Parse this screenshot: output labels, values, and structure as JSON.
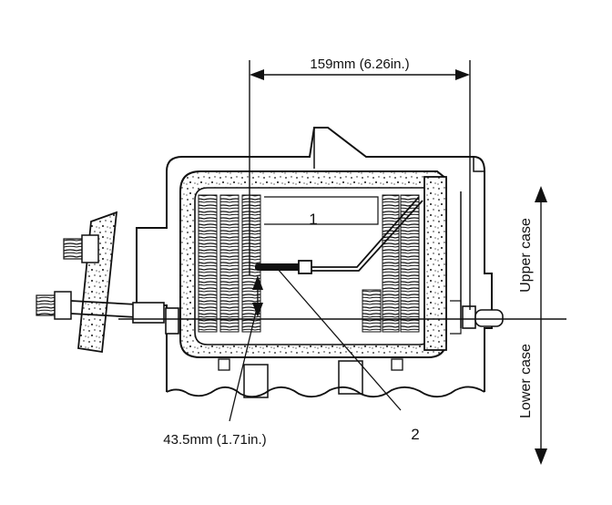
{
  "dimensions": {
    "width_label": "159mm (6.26in.)",
    "height_label": "43.5mm (1.71in.)"
  },
  "callouts": {
    "part_1": "1",
    "part_2": "2"
  },
  "case_labels": {
    "upper": "Upper case",
    "lower": "Lower case"
  },
  "colors": {
    "ink": "#111111",
    "paper": "#ffffff"
  }
}
